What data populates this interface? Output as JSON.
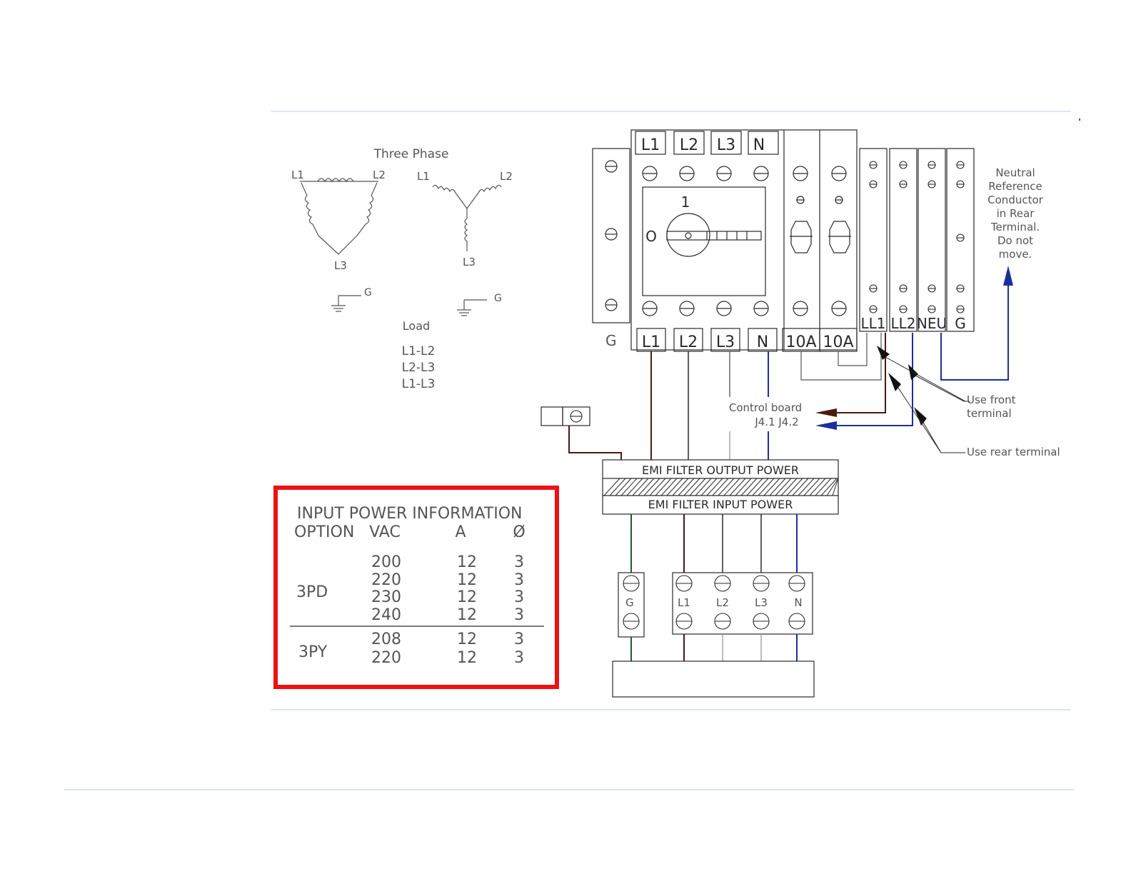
{
  "diagram": {
    "three_phase": {
      "title": "Three Phase",
      "delta": {
        "l1": "L1",
        "l2": "L2",
        "l3": "L3",
        "g": "G"
      },
      "wye": {
        "l1": "L1",
        "l2": "L2",
        "l3": "L3",
        "g": "G"
      },
      "load_title": "Load",
      "loads": [
        "L1-L2",
        "L2-L3",
        "L1-L3"
      ]
    },
    "switch": {
      "top_labels": [
        "L1",
        "L2",
        "L3",
        "N"
      ],
      "bottom_labels": [
        "L1",
        "L2",
        "L3",
        "N",
        "10A",
        "10A"
      ],
      "ground_label": "G",
      "pos_on": "1",
      "pos_off": "O"
    },
    "terminal_labels": [
      "LL1",
      "LL2",
      "NEU",
      "G"
    ],
    "neutral_note": [
      "Neutral",
      "Reference",
      "Conductor",
      "in Rear",
      "Terminal.",
      "Do not",
      "move."
    ],
    "control_board": {
      "line1": "Control board",
      "line2": "J4.1  J4.2"
    },
    "front_terminal_note": [
      "Use front",
      "terminal"
    ],
    "rear_terminal_note": "Use rear terminal",
    "emi_output": "EMI FILTER OUTPUT POWER",
    "emi_input": "EMI FILTER INPUT POWER",
    "input_terminals": {
      "ground": "G",
      "labels": [
        "L1",
        "L2",
        "L3",
        "N"
      ]
    },
    "colors": {
      "brown": "#4a1a12",
      "blue": "#1a2f9c",
      "green": "#1e5e2e",
      "red_box": "#ee1111",
      "rule": "#cfdfec"
    }
  },
  "power_table": {
    "title": "INPUT POWER INFORMATION",
    "headers": [
      "OPTION",
      "VAC",
      "A",
      "Ø"
    ],
    "groups": [
      {
        "option": "3PD",
        "rows": [
          [
            "200",
            "12",
            "3"
          ],
          [
            "220",
            "12",
            "3"
          ],
          [
            "230",
            "12",
            "3"
          ],
          [
            "240",
            "12",
            "3"
          ]
        ]
      },
      {
        "option": "3PY",
        "rows": [
          [
            "208",
            "12",
            "3"
          ],
          [
            "220",
            "12",
            "3"
          ]
        ]
      }
    ]
  }
}
